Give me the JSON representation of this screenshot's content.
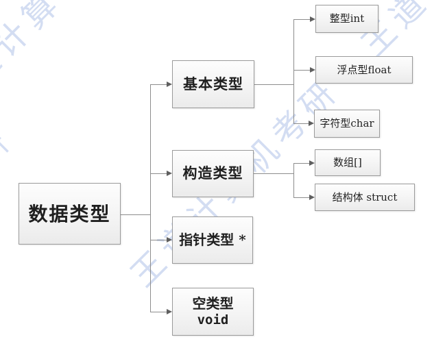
{
  "diagram_title": "C data types hierarchy",
  "nodes": {
    "root": "数据类型",
    "basic": "基本类型",
    "construct": "构造类型",
    "pointer": "指针类型 *",
    "void_line1": "空类型",
    "void_line2": "void",
    "int": "整型int",
    "float": "浮点型float",
    "char": "字符型char",
    "array": "数组[]",
    "struct": "结构体 struct"
  },
  "edges": [
    [
      "数据类型",
      "基本类型"
    ],
    [
      "数据类型",
      "构造类型"
    ],
    [
      "数据类型",
      "指针类型 *"
    ],
    [
      "数据类型",
      "空类型 void"
    ],
    [
      "基本类型",
      "整型int"
    ],
    [
      "基本类型",
      "浮点型float"
    ],
    [
      "基本类型",
      "字符型char"
    ],
    [
      "构造类型",
      "数组[]"
    ],
    [
      "构造类型",
      "结构体 struct"
    ]
  ],
  "watermark": {
    "text": "王道计算机考研",
    "partial": "王道",
    "partial_char": "研",
    "color": "#d3ddf2"
  },
  "colors": {
    "background": "#ffffff",
    "box_border": "#9a9a9a",
    "box_fill_top": "#fdfdfd",
    "box_fill_bottom": "#ebebeb",
    "connector": "#8c8c8c",
    "arrowhead": "#5f5f5f",
    "text": "#1f1f1f"
  }
}
